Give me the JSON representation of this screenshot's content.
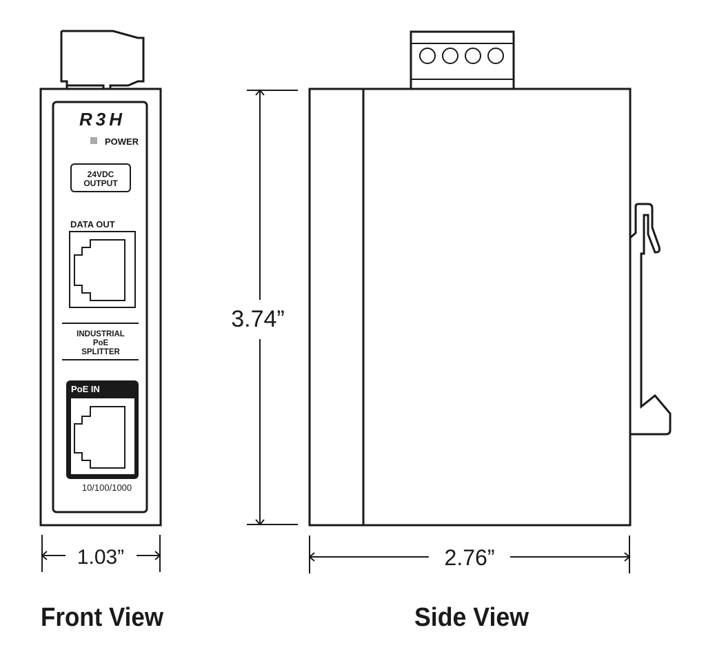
{
  "front_view": {
    "title": "Front View",
    "logo": "R3H",
    "power_label": "POWER",
    "output_label_line1": "24VDC",
    "output_label_line2": "OUTPUT",
    "data_out_label": "DATA OUT",
    "product_line1": "INDUSTRIAL",
    "product_line2": "PoE",
    "product_line3": "SPLITTER",
    "poe_in_label": "PoE IN",
    "speed_label": "10/100/1000",
    "width_dimension": "1.03”"
  },
  "side_view": {
    "title": "Side View",
    "height_dimension": "3.74”",
    "depth_dimension": "2.76”"
  },
  "colors": {
    "line": "#1a1a1a",
    "led": "#aaaaaa"
  }
}
